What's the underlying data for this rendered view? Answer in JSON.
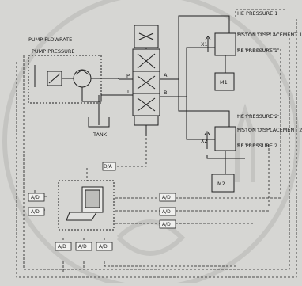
{
  "labels": {
    "pump_flowrate": "PUMP FLOWRATE",
    "pump_pressure": "PUMP PRESSURE",
    "tank": "TANK",
    "port_a": "A",
    "port_b": "B",
    "port_p": "P",
    "port_t": "T",
    "he_pressure_1": "HE PRESSURE 1",
    "piston_displacement_1": "PISTON DISPLACEMENT 1",
    "re_pressure_1": "RE PRESSURE 1",
    "x1": "X1",
    "m1": "M1",
    "he_pressure_2": "HE PRESSURE 2",
    "piston_displacement_2": "PISTON DISPLACEMENT 2",
    "re_pressure_2": "RE PRESSURE 2",
    "x2": "X2",
    "m2": "M2",
    "d_a": "D/A"
  },
  "ad_converters": [
    "A/D",
    "A/D",
    "A/D",
    "A/D",
    "A/D",
    "A/D",
    "A/D",
    "A/D"
  ],
  "colors": {
    "background": "#d6d6d3",
    "line": "#1f1f1f",
    "watermark": "#c7c7c4"
  }
}
